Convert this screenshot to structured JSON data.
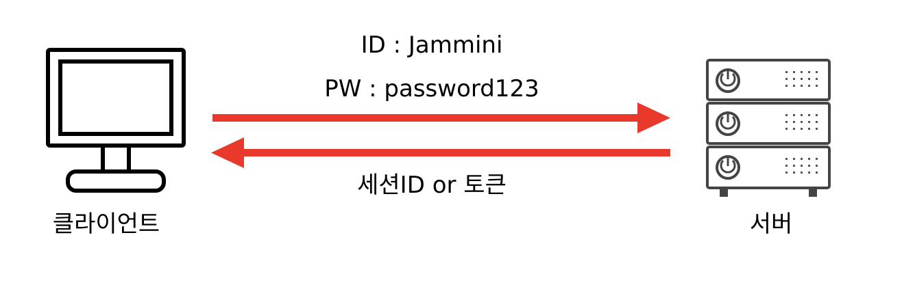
{
  "diagram": {
    "request": {
      "id_text": "ID : Jammini",
      "pw_text": "PW : password123",
      "arrow_color": "#e8392c"
    },
    "response": {
      "text": "세션ID or 토큰",
      "arrow_color": "#e8392c"
    },
    "client": {
      "label": "클라이언트",
      "icon": "monitor-icon"
    },
    "server": {
      "label": "서버",
      "icon": "server-rack-icon"
    }
  }
}
